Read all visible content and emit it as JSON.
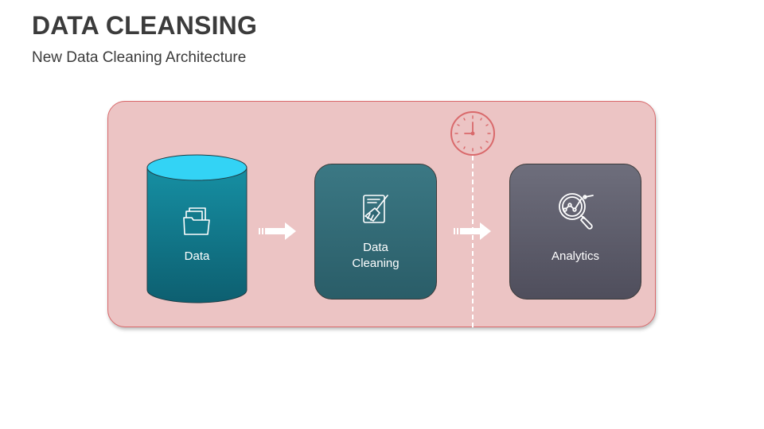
{
  "slide": {
    "title": "DATA CLEANSING",
    "subtitle": "New Data Cleaning Architecture"
  },
  "diagram": {
    "nodes": [
      {
        "id": "data",
        "label": "Data",
        "shape": "cylinder",
        "icon": "documents-folder-icon"
      },
      {
        "id": "cleaning",
        "label": "Data\nCleaning",
        "shape": "rounded-box",
        "icon": "broom-clipboard-icon"
      },
      {
        "id": "analytics",
        "label": "Analytics",
        "shape": "rounded-box",
        "icon": "magnifier-chart-icon"
      }
    ],
    "edges": [
      {
        "from": "data",
        "to": "cleaning"
      },
      {
        "from": "cleaning",
        "to": "analytics"
      }
    ],
    "marker_icon": "clock-icon"
  },
  "colors": {
    "panel_fill": "#ecc4c4",
    "panel_border": "#d9696b",
    "cylinder_top": "#33d3f5",
    "cylinder_body": "#127a8c",
    "cleaning_box": "#2f6673",
    "analytics_box": "#5c5b69",
    "clock_stroke": "#d9696b"
  }
}
